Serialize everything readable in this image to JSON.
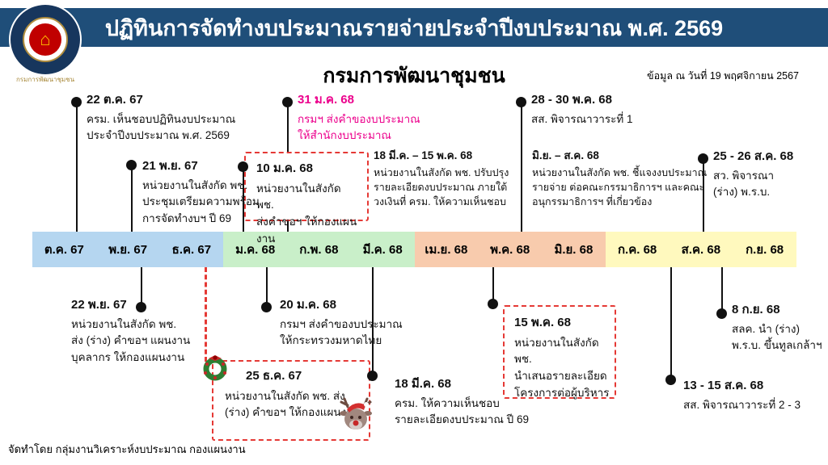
{
  "header": {
    "title": "ปฏิทินการจัดทำงบประมาณรายจ่ายประจำปีงบประมาณ พ.ศ. 2569",
    "subtitle": "กรมการพัฒนาชุมชน",
    "as_of": "ข้อมูล ณ วันที่ 19 พฤศจิกายน 2567",
    "logo_caption": "กรมการพัฒนาชุมชน",
    "logo_glyph": "⌂"
  },
  "timeline": {
    "months": [
      {
        "label": "ต.ค. 67",
        "quarter": "blue"
      },
      {
        "label": "พ.ย. 67",
        "quarter": "blue"
      },
      {
        "label": "ธ.ค. 67",
        "quarter": "blue"
      },
      {
        "label": "ม.ค. 68",
        "quarter": "green"
      },
      {
        "label": "ก.พ. 68",
        "quarter": "green"
      },
      {
        "label": "มี.ค. 68",
        "quarter": "green"
      },
      {
        "label": "เม.ย. 68",
        "quarter": "orange"
      },
      {
        "label": "พ.ค. 68",
        "quarter": "orange"
      },
      {
        "label": "มิ.ย. 68",
        "quarter": "orange"
      },
      {
        "label": "ก.ค. 68",
        "quarter": "yellow"
      },
      {
        "label": "ส.ค. 68",
        "quarter": "yellow"
      },
      {
        "label": "ก.ย. 68",
        "quarter": "yellow"
      }
    ]
  },
  "events_above": [
    {
      "date": "22 ต.ค. 67",
      "text": "ครม. เห็นชอบปฏิทินงบประมาณ\nประจำปีงบประมาณ พ.ศ. 2569"
    },
    {
      "date": "21 พ.ย. 67",
      "text": "หน่วยงานในสังกัด พช.\nประชุมเตรียมความพร้อม\nการจัดทำงบฯ ปี 69"
    },
    {
      "date": "31 ม.ค. 68",
      "text": "กรมฯ ส่งคำของบประมาณ\nให้สำนักงบประมาณ",
      "highlight": "pink"
    },
    {
      "date": "10 ม.ค. 68",
      "text": "หน่วยงานในสังกัด พช.\nส่งคำขอฯ ให้กองแผนงาน",
      "boxed": true
    },
    {
      "date": "18 มี.ค. – 15 พ.ค. 68",
      "text": "หน่วยงานในสังกัด พช. ปรับปรุง\nรายละเอียดงบประมาณ ภายใต้\nวงเงินที่ ครม. ให้ความเห็นชอบ"
    },
    {
      "date": "28 - 30 พ.ค. 68",
      "text": "สส. พิจารณาวาระที่ 1"
    },
    {
      "date": "มิ.ย. – ส.ค. 68",
      "text": "หน่วยงานในสังกัด พช. ชี้แจงงบประมาณ\nรายจ่าย ต่อคณะกรรมาธิการฯ และคณะ\nอนุกรรมาธิการฯ ที่เกี่ยวข้อง"
    },
    {
      "date": "25 - 26 ส.ค. 68",
      "text": "สว. พิจารณา\n(ร่าง) พ.ร.บ."
    }
  ],
  "events_below": [
    {
      "date": "22 พ.ย. 67",
      "text": "หน่วยงานในสังกัด พช.\nส่ง (ร่าง) คำขอฯ แผนงาน\nบุคลากร ให้กองแผนงาน"
    },
    {
      "date": "25 ธ.ค. 67",
      "text": "หน่วยงานในสังกัด พช. ส่ง\n(ร่าง) คำขอฯ ให้กองแผนงาน",
      "boxed": true
    },
    {
      "date": "20 ม.ค. 68",
      "text": "กรมฯ ส่งคำของบประมาณ\nให้กระทรวงมหาดไทย"
    },
    {
      "date": "18 มี.ค. 68",
      "text": "ครม. ให้ความเห็นชอบ\nรายละเอียดงบประมาณ ปี 69"
    },
    {
      "date": "15 พ.ค. 68",
      "text": "หน่วยงานในสังกัด พช.\nนำเสนอรายละเอียด\nโครงการต่อผู้บริหาร",
      "boxed": true
    },
    {
      "date": "8 ก.ย. 68",
      "text": "สลค. นำ (ร่าง)\nพ.ร.บ. ขึ้นทูลเกล้าฯ"
    },
    {
      "date": "13 - 15 ส.ค. 68",
      "text": "สส. พิจารณาวาระที่ 2 - 3"
    }
  ],
  "footer": {
    "credit": "จัดทำโดย กลุ่มงานวิเคราะห์งบประมาณ กองแผนงาน"
  },
  "colors": {
    "header_bg": "#1F4E79",
    "quarter_blue": "#B5D6F0",
    "quarter_green": "#C9EFC9",
    "quarter_orange": "#F8CBAD",
    "quarter_yellow": "#FFF9BE",
    "highlight_pink": "#EC008C",
    "dashed_red": "#E53935",
    "dot_black": "#111111"
  }
}
